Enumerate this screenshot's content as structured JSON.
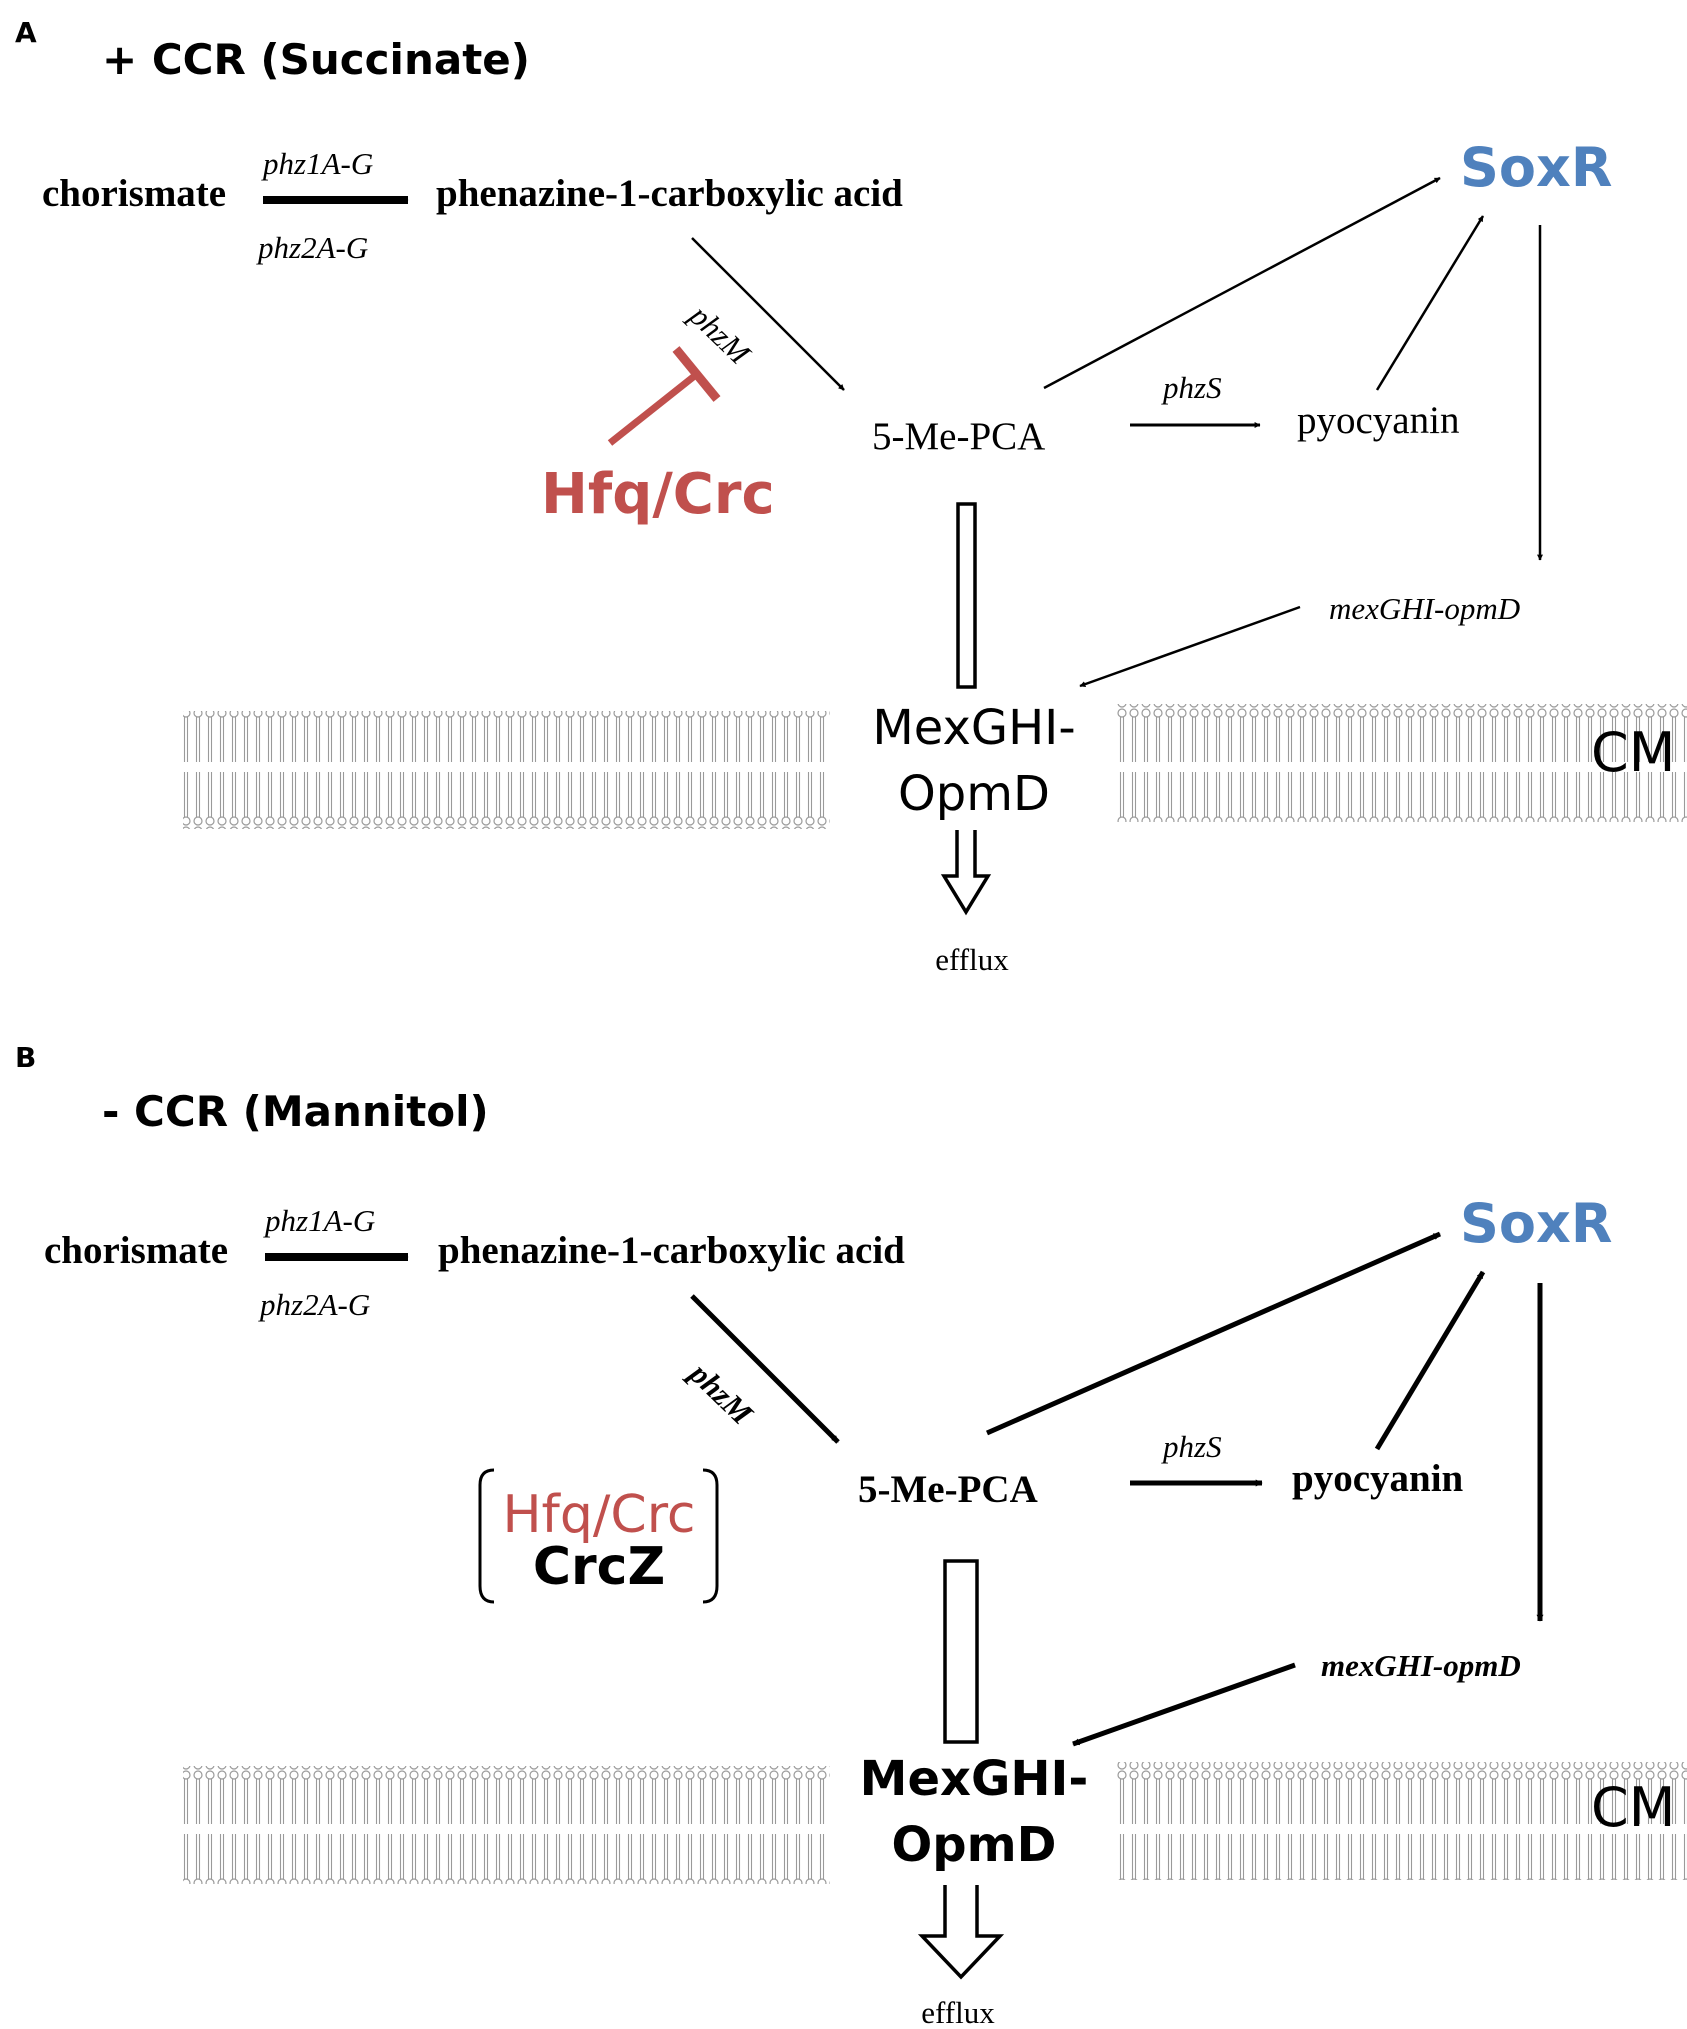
{
  "colors": {
    "text": "#000000",
    "repressor": "#c0504d",
    "regulator": "#4f81bd",
    "membrane": "#9a9a9a"
  },
  "panel_a": {
    "letter": "A",
    "condition": "+ CCR (Succinate)",
    "chorismate": "chorismate",
    "gene_phz1": "phz1A-G",
    "gene_phz2": "phz2A-G",
    "pca": "phenazine-1-carboxylic acid",
    "gene_phzM": "phzM",
    "repressor": "Hfq/Crc",
    "me_pca": "5-Me-PCA",
    "gene_phzS": "phzS",
    "pyocyanin": "pyocyanin",
    "soxr": "SoxR",
    "mex_gene": "mexGHI-opmD",
    "pump_line1": "MexGHI-",
    "pump_line2": "OpmD",
    "membrane_label": "CM",
    "efflux": "efflux"
  },
  "panel_b": {
    "letter": "B",
    "condition": "- CCR (Mannitol)",
    "chorismate": "chorismate",
    "gene_phz1": "phz1A-G",
    "gene_phz2": "phz2A-G",
    "pca": "phenazine-1-carboxylic acid",
    "gene_phzM": "phzM",
    "repressor": "Hfq/Crc",
    "sequestering_rna": "CrcZ",
    "me_pca": "5-Me-PCA",
    "gene_phzS": "phzS",
    "pyocyanin": "pyocyanin",
    "soxr": "SoxR",
    "mex_gene": "mexGHI-opmD",
    "pump_line1": "MexGHI-",
    "pump_line2": "OpmD",
    "membrane_label": "CM",
    "efflux": "efflux"
  }
}
